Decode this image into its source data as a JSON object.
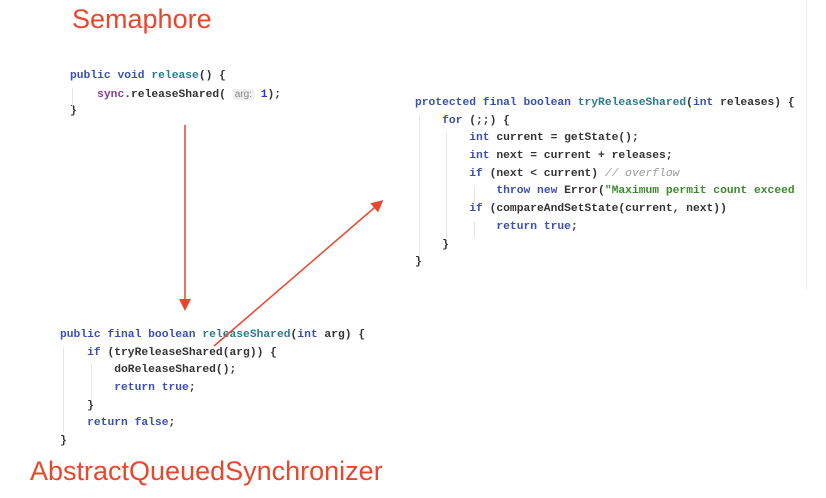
{
  "titles": {
    "top": "Semaphore",
    "bottom": "AbstractQueuedSynchronizer"
  },
  "accent_color": "#e8472e",
  "snippets": {
    "release": [
      [
        [
          "public void ",
          "kw"
        ],
        [
          "release",
          "fn"
        ],
        [
          "() {",
          ""
        ]
      ],
      [
        [
          "    ",
          ""
        ],
        [
          "sync",
          "field"
        ],
        [
          ".releaseShared( ",
          ""
        ],
        [
          "arg:",
          "hint"
        ],
        [
          " ",
          ""
        ],
        [
          "1",
          "num"
        ],
        [
          ");",
          ""
        ]
      ],
      [
        [
          "}",
          ""
        ]
      ]
    ],
    "tryReleaseShared": [
      [
        [
          "protected final boolean ",
          "kw"
        ],
        [
          "tryReleaseShared",
          "fn"
        ],
        [
          "(",
          ""
        ],
        [
          "int",
          "kw"
        ],
        [
          " releases) {",
          ""
        ]
      ],
      [
        [
          "    ",
          ""
        ],
        [
          "for",
          "kw"
        ],
        [
          " (;;) {",
          ""
        ]
      ],
      [
        [
          "        ",
          ""
        ],
        [
          "int",
          "kw"
        ],
        [
          " current = getState();",
          ""
        ]
      ],
      [
        [
          "        ",
          ""
        ],
        [
          "int",
          "kw"
        ],
        [
          " next = current + releases;",
          ""
        ]
      ],
      [
        [
          "        ",
          ""
        ],
        [
          "if",
          "kw"
        ],
        [
          " (next < current) ",
          ""
        ],
        [
          "// overflow",
          "cm"
        ]
      ],
      [
        [
          "            ",
          ""
        ],
        [
          "throw new ",
          "kw"
        ],
        [
          "Error(",
          ""
        ],
        [
          "\"Maximum permit count exceed",
          "str"
        ]
      ],
      [
        [
          "        ",
          ""
        ],
        [
          "if",
          "kw"
        ],
        [
          " (compareAndSetState(current, next))",
          ""
        ]
      ],
      [
        [
          "            ",
          ""
        ],
        [
          "return true",
          "kw"
        ],
        [
          ";",
          ""
        ]
      ],
      [
        [
          "    }",
          ""
        ]
      ],
      [
        [
          "}",
          ""
        ]
      ]
    ],
    "releaseShared": [
      [
        [
          "public final boolean ",
          "kw"
        ],
        [
          "releaseShared",
          "fn"
        ],
        [
          "(",
          ""
        ],
        [
          "int",
          "kw"
        ],
        [
          " arg) {",
          ""
        ]
      ],
      [
        [
          "    ",
          ""
        ],
        [
          "if",
          "kw"
        ],
        [
          " (tryReleaseShared(arg)) {",
          ""
        ]
      ],
      [
        [
          "        doReleaseShared();",
          ""
        ]
      ],
      [
        [
          "        ",
          ""
        ],
        [
          "return true",
          "kw"
        ],
        [
          ";",
          ""
        ]
      ],
      [
        [
          "    }",
          ""
        ]
      ],
      [
        [
          "    ",
          ""
        ],
        [
          "return false",
          "kw"
        ],
        [
          ";",
          ""
        ]
      ],
      [
        [
          "}",
          ""
        ]
      ]
    ]
  }
}
